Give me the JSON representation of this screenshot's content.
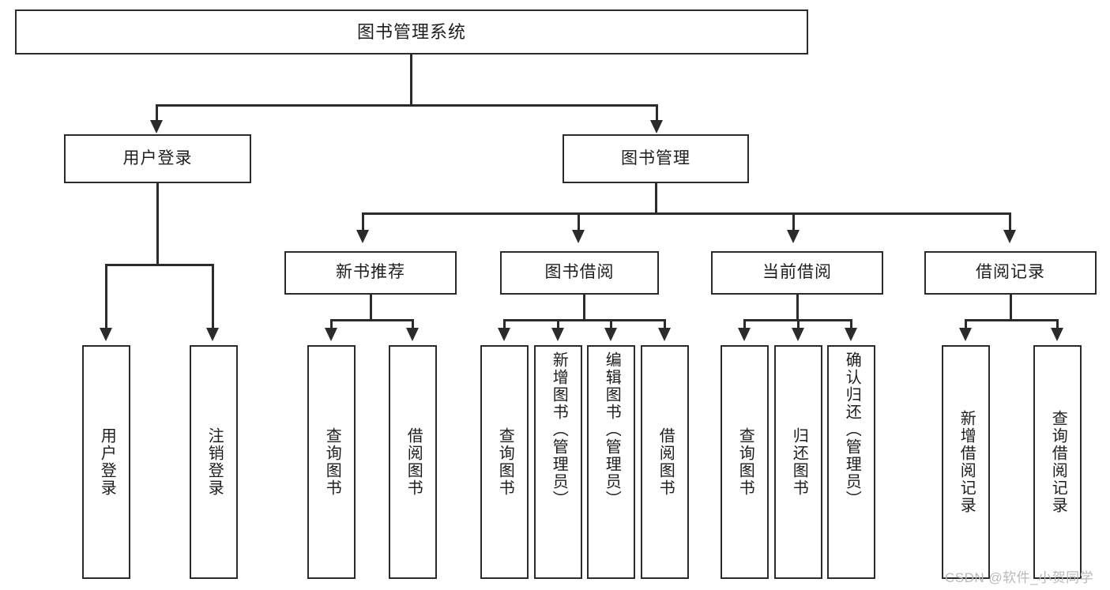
{
  "diagram": {
    "title": "图书管理系统",
    "type": "functional-structure-tree",
    "root": {
      "label": "图书管理系统"
    },
    "tier1": [
      {
        "label": "用户登录"
      },
      {
        "label": "图书管理"
      }
    ],
    "tier2": [
      {
        "label": "新书推荐"
      },
      {
        "label": "图书借阅"
      },
      {
        "label": "当前借阅"
      },
      {
        "label": "借阅记录"
      }
    ],
    "leaves": {
      "user_login": [
        {
          "label": "用户登录"
        },
        {
          "label": "注销登录"
        }
      ],
      "new_book_recommend": [
        {
          "label": "查询图书"
        },
        {
          "label": "借阅图书"
        }
      ],
      "book_borrow": [
        {
          "label": "查询图书"
        },
        {
          "label": "新增图书（管理员）"
        },
        {
          "label": "编辑图书（管理员）"
        },
        {
          "label": "借阅图书"
        }
      ],
      "current_borrow": [
        {
          "label": "查询图书"
        },
        {
          "label": "归还图书"
        },
        {
          "label": "确认归还（管理员）"
        }
      ],
      "borrow_record": [
        {
          "label": "新增借阅记录"
        },
        {
          "label": "查询借阅记录"
        }
      ]
    }
  },
  "watermark": {
    "text": "CSDN @软件_小贺同学"
  },
  "colors": {
    "border": "#2b2b2b",
    "background": "#ffffff",
    "text": "#1d1d1d",
    "watermark": "#b9b9b9"
  }
}
